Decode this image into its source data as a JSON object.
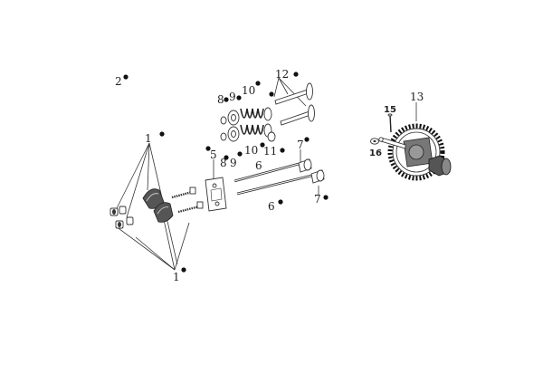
{
  "callouts": {
    "c1_upper": "1",
    "c1_lower": "1",
    "c2": "2",
    "c5": "5",
    "c6_upper": "6",
    "c6_lower": "6",
    "c7_upper": "7",
    "c7_lower": "7",
    "c8_upper": "8",
    "c8_lower": "8",
    "c9_upper": "9",
    "c9_lower": "9",
    "c10_upper": "10",
    "c10_lower": "10",
    "c11": "11",
    "c12": "12",
    "c13": "13",
    "c15": "15",
    "c16": "16"
  }
}
